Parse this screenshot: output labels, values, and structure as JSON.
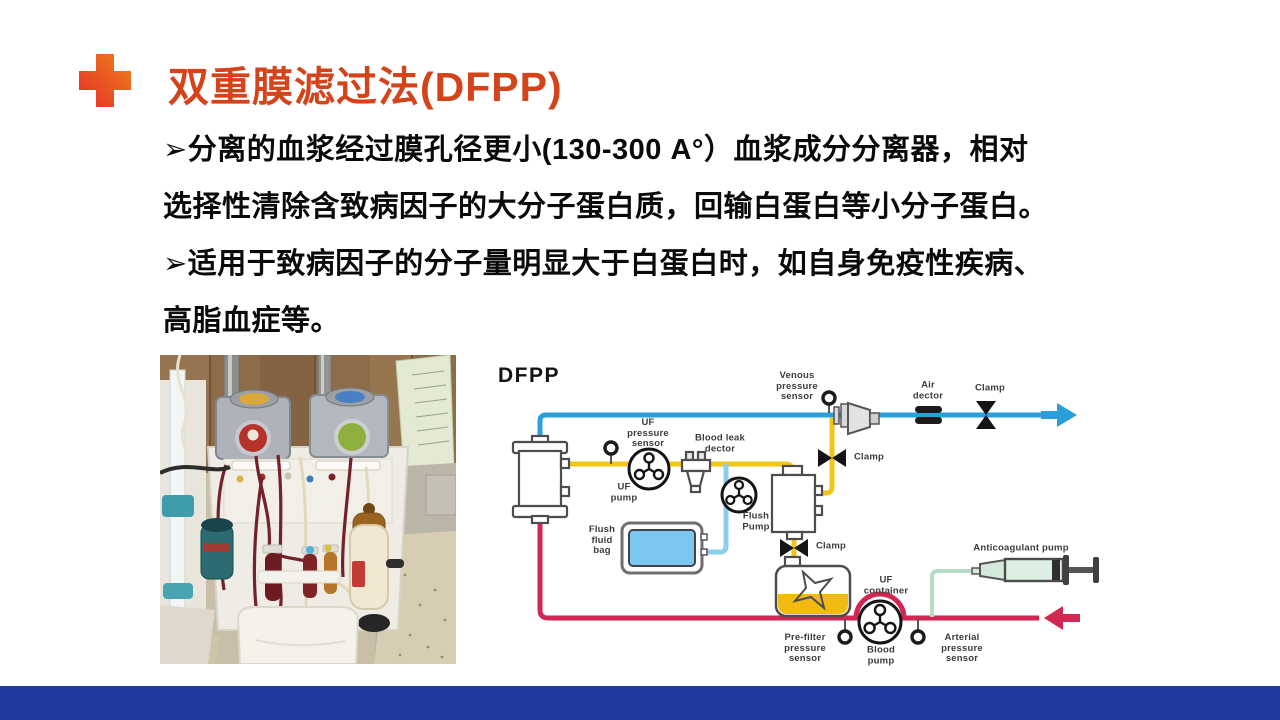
{
  "slide": {
    "title": "双重膜滤过法(DFPP)",
    "bullets": [
      "➢分离的血浆经过膜孔径更小(130-300 A°）血浆成分分离器，相对\n选择性清除含致病因子的大分子蛋白质，回输白蛋白等小分子蛋白。",
      "➢适用于致病因子的分子量明显大于白蛋白时，如自身免疫性疾病、\n高脂血症等。"
    ],
    "accent_color": "#d5431a",
    "footer_color": "#1f3a9e"
  },
  "diagram": {
    "title": "DFPP",
    "labels": {
      "uf_pressure_sensor": "UF\npressure\nsensor",
      "uf_pump": "UF\npump",
      "blood_leak_dector": "Blood leak\ndector",
      "venous_pressure_sensor": "Venous\npressure\nsensor",
      "air_dector": "Air\ndector",
      "clamp_top": "Clamp",
      "clamp_mid": "Clamp",
      "clamp_bottom": "Clamp",
      "flush_pump": "Flush\nPump",
      "flush_fluid_bag": "Flush\nfluid\nbag",
      "uf_container": "UF\ncontainer",
      "anticoagulant_pump": "Anticoagulant pump",
      "pre_filter_pressure_sensor": "Pre-filter\npressure\nsensor",
      "blood_pump": "Blood\npump",
      "arterial_pressure_sensor": "Arterial\npressure\nsensor"
    },
    "line_colors": {
      "venous_line": "#2b9fd9",
      "plasma_line": "#f3c515",
      "blood_line": "#d22653",
      "flush_line": "#8fcdee",
      "anticoagulant_line": "#b7dcc6"
    }
  }
}
